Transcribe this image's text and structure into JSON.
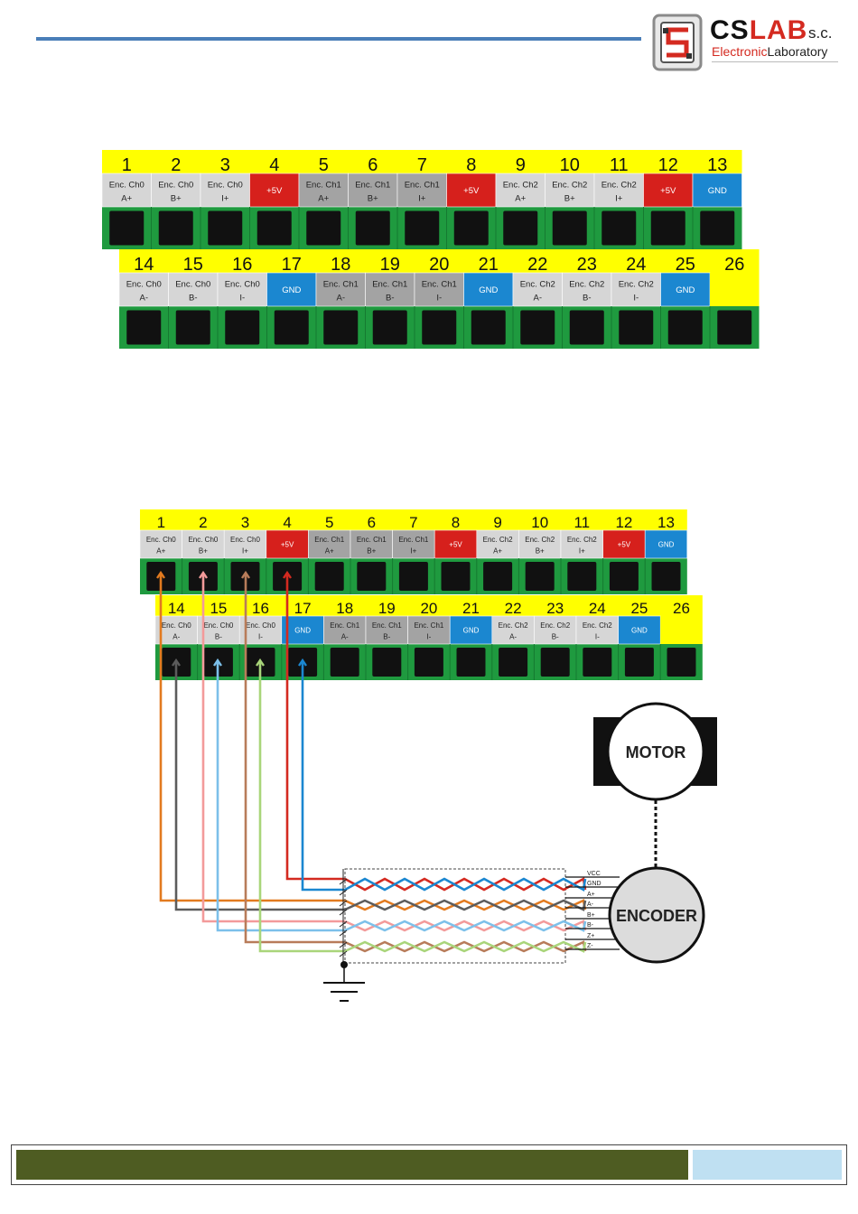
{
  "logo": {
    "brand_cs": "CS",
    "brand_lab": "LAB",
    "brand_suffix": "s.c.",
    "sub_part1": "Electronic",
    "sub_part2": "Laboratory"
  },
  "colors": {
    "yellow": "#ffff00",
    "green": "#1f9a3f",
    "red": "#d6201c",
    "blue": "#1b87d0",
    "light_gray": "#d6d6d6",
    "dark_gray": "#a3a3a3",
    "wire_orange": "#e27a1f",
    "wire_gray": "#5c5c5c",
    "wire_pink": "#f39a9a",
    "wire_lightblue": "#7cc0ea",
    "wire_brown": "#b87c5a",
    "wire_lightgreen": "#a9d57a",
    "wire_red": "#d42a20",
    "wire_blue": "#1b87d0"
  },
  "top_row": [
    {
      "num": "1",
      "l1": "Enc. Ch0",
      "l2": "A+",
      "style": "light"
    },
    {
      "num": "2",
      "l1": "Enc. Ch0",
      "l2": "B+",
      "style": "light"
    },
    {
      "num": "3",
      "l1": "Enc. Ch0",
      "l2": "I+",
      "style": "light"
    },
    {
      "num": "4",
      "l1": "+5V",
      "l2": "",
      "style": "red"
    },
    {
      "num": "5",
      "l1": "Enc. Ch1",
      "l2": "A+",
      "style": "dark"
    },
    {
      "num": "6",
      "l1": "Enc. Ch1",
      "l2": "B+",
      "style": "dark"
    },
    {
      "num": "7",
      "l1": "Enc. Ch1",
      "l2": "I+",
      "style": "dark"
    },
    {
      "num": "8",
      "l1": "+5V",
      "l2": "",
      "style": "red"
    },
    {
      "num": "9",
      "l1": "Enc. Ch2",
      "l2": "A+",
      "style": "light"
    },
    {
      "num": "10",
      "l1": "Enc. Ch2",
      "l2": "B+",
      "style": "light"
    },
    {
      "num": "11",
      "l1": "Enc. Ch2",
      "l2": "I+",
      "style": "light"
    },
    {
      "num": "12",
      "l1": "+5V",
      "l2": "",
      "style": "red"
    },
    {
      "num": "13",
      "l1": "GND",
      "l2": "",
      "style": "blue"
    }
  ],
  "bottom_row": [
    {
      "num": "14",
      "l1": "Enc. Ch0",
      "l2": "A-",
      "style": "light"
    },
    {
      "num": "15",
      "l1": "Enc. Ch0",
      "l2": "B-",
      "style": "light"
    },
    {
      "num": "16",
      "l1": "Enc. Ch0",
      "l2": "I-",
      "style": "light"
    },
    {
      "num": "17",
      "l1": "GND",
      "l2": "",
      "style": "blue"
    },
    {
      "num": "18",
      "l1": "Enc. Ch1",
      "l2": "A-",
      "style": "dark"
    },
    {
      "num": "19",
      "l1": "Enc. Ch1",
      "l2": "B-",
      "style": "dark"
    },
    {
      "num": "20",
      "l1": "Enc. Ch1",
      "l2": "I-",
      "style": "dark"
    },
    {
      "num": "21",
      "l1": "GND",
      "l2": "",
      "style": "blue"
    },
    {
      "num": "22",
      "l1": "Enc. Ch2",
      "l2": "A-",
      "style": "light"
    },
    {
      "num": "23",
      "l1": "Enc. Ch2",
      "l2": "B-",
      "style": "light"
    },
    {
      "num": "24",
      "l1": "Enc. Ch2",
      "l2": "I-",
      "style": "light"
    },
    {
      "num": "25",
      "l1": "GND",
      "l2": "",
      "style": "blue"
    },
    {
      "num": "26",
      "l1": "",
      "l2": "",
      "style": "yellow"
    }
  ],
  "motor_label": "MOTOR",
  "encoder_label": "ENCODER",
  "encoder_pins": [
    "VCC",
    "GND",
    "A+",
    "A-",
    "B+",
    "B-",
    "Z+",
    "Z-"
  ]
}
